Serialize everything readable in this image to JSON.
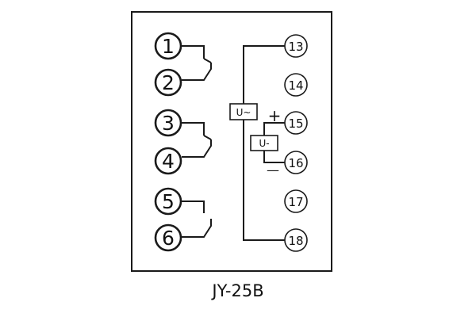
{
  "diagram": {
    "terminals_left": [
      {
        "number": "1"
      },
      {
        "number": "2"
      },
      {
        "number": "3"
      },
      {
        "number": "4"
      },
      {
        "number": "5"
      },
      {
        "number": "6"
      }
    ],
    "terminals_right": [
      {
        "number": "13"
      },
      {
        "number": "14"
      },
      {
        "number": "15"
      },
      {
        "number": "16"
      },
      {
        "number": "17"
      },
      {
        "number": "18"
      }
    ],
    "coil_main_label": "U~",
    "coil_aux_label": "U-",
    "plus_sign": "+",
    "minus_sign": "—",
    "model_label": "JY-25B"
  }
}
